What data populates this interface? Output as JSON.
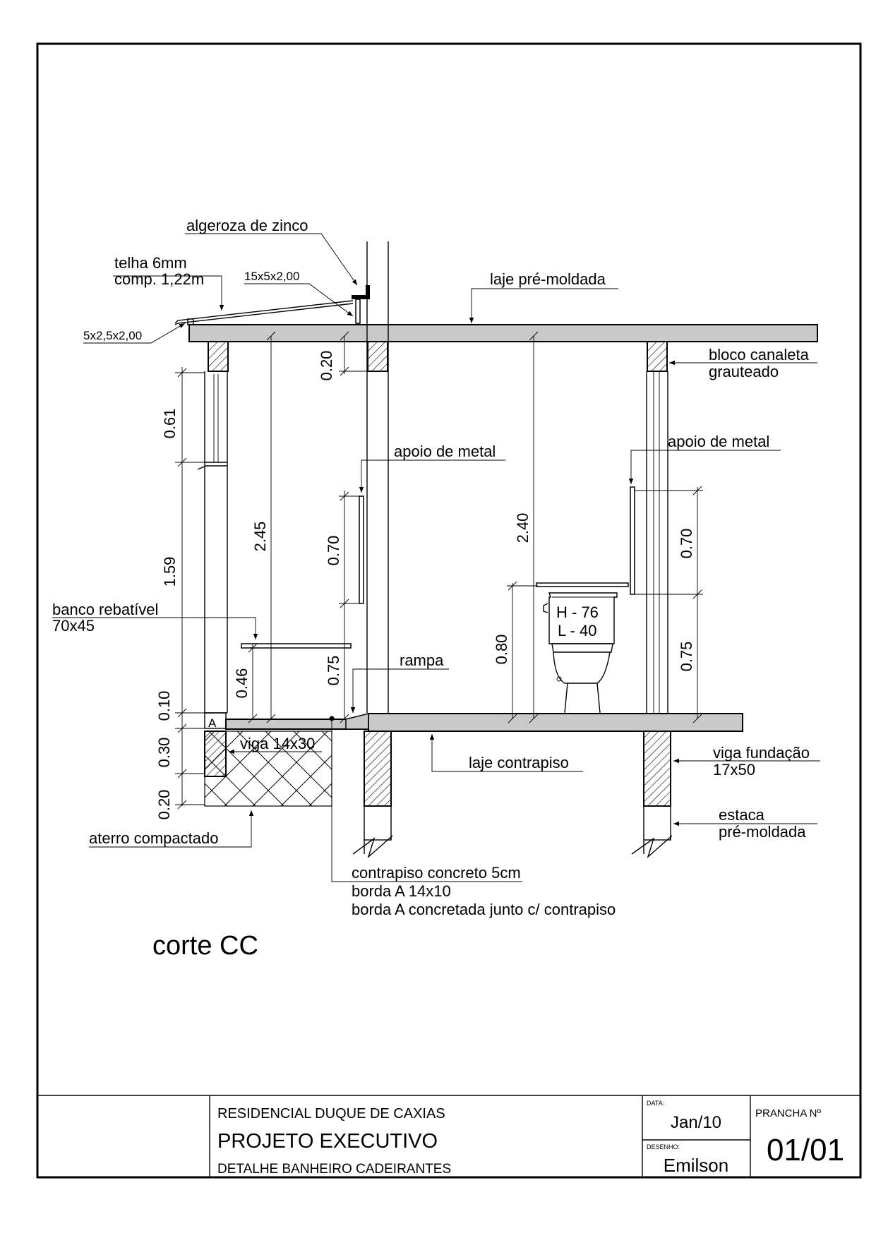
{
  "drawing": {
    "view_title": "corte CC",
    "labels": {
      "algeroza": "algeroza de zinco",
      "telha_1": "telha 6mm",
      "telha_2": "comp. 1,22m",
      "rufo": "15x5x2,00",
      "ripa": "5x2,5x2,00",
      "laje_premoldada": "laje pré-moldada",
      "bloco_canaleta_1": "bloco canaleta",
      "bloco_canaleta_2": "grauteado",
      "apoio_left": "apoio de metal",
      "apoio_right": "apoio de metal",
      "banco_1": "banco rebatível",
      "banco_2": "70x45",
      "rampa": "rampa",
      "viga": "viga 14x30",
      "laje_contrapiso": "laje contrapiso",
      "viga_fundacao_1": "viga fundação",
      "viga_fundacao_2": "17x50",
      "estaca_1": "estaca",
      "estaca_2": "pré-moldada",
      "aterro": "aterro compactado",
      "contrapiso_1": "contrapiso concreto 5cm",
      "contrapiso_2": "borda A 14x10",
      "contrapiso_3": "borda A concretada junto c/ contrapiso",
      "toilet_h": "H - 76",
      "toilet_l": "L - 40",
      "borda_tag": "A"
    },
    "dimensions": {
      "d061": "0.61",
      "d159": "1.59",
      "d010": "0.10",
      "d030": "0.30",
      "d020_bottom": "0.20",
      "d046": "0.46",
      "d245": "2.45",
      "d020_top": "0.20",
      "d070_left": "0.70",
      "d075_left": "0.75",
      "d240": "2.40",
      "d080": "0.80",
      "d070_right": "0.70",
      "d075_right": "0.75"
    }
  },
  "title_block": {
    "project": "RESIDENCIAL DUQUE DE CAXIAS",
    "phase": "PROJETO EXECUTIVO",
    "subject": "DETALHE BANHEIRO CADEIRANTES",
    "date_label": "DATA:",
    "date": "Jan/10",
    "drawn_label": "DESENHO:",
    "drawn_by": "Emilson",
    "sheet_label": "PRANCHA Nº",
    "sheet_number": "01/01"
  }
}
